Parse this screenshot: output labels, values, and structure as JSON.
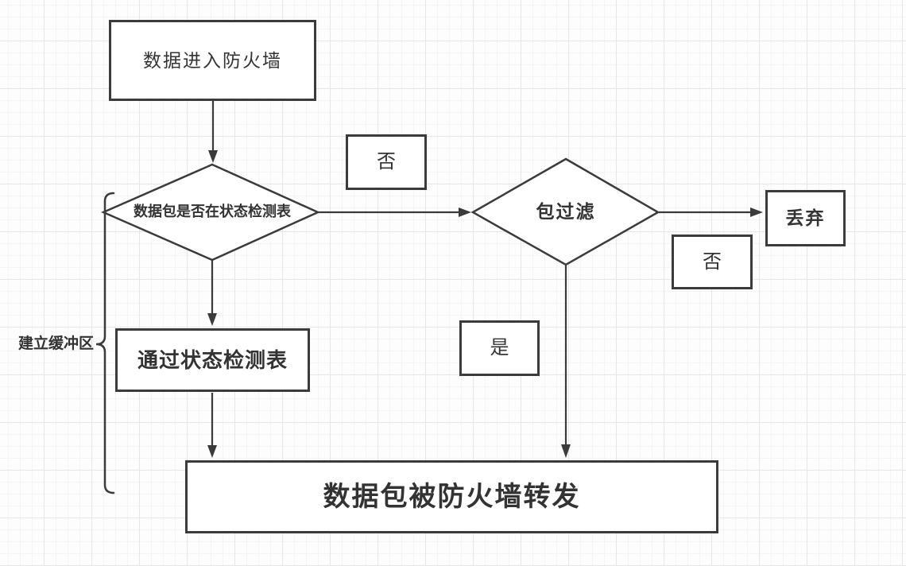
{
  "nodes": {
    "enter": {
      "label": "数据进入防火墙"
    },
    "state_check": {
      "label": "数据包是否在状态检测表"
    },
    "no_top": {
      "label": "否"
    },
    "packet_filter": {
      "label": "包过滤"
    },
    "discard": {
      "label": "丢弃"
    },
    "no_right": {
      "label": "否"
    },
    "yes": {
      "label": "是"
    },
    "pass_table": {
      "label": "通过状态检测表"
    },
    "forward": {
      "label": "数据包被防火墙转发"
    },
    "buffer_note": {
      "label": "建立缓冲区"
    }
  },
  "edges": [
    {
      "from": "enter",
      "to": "state_check"
    },
    {
      "from": "state_check",
      "to": "packet_filter",
      "annotation": "否"
    },
    {
      "from": "packet_filter",
      "to": "discard",
      "annotation": "否"
    },
    {
      "from": "state_check",
      "to": "pass_table"
    },
    {
      "from": "pass_table",
      "to": "forward"
    },
    {
      "from": "packet_filter",
      "to": "forward",
      "annotation": "是"
    }
  ],
  "colors": {
    "stroke": "#3b3b3b",
    "text": "#333333",
    "node_fill": "#ffffff",
    "background": "#fdfdfd",
    "grid_minor": "#f4f4f4",
    "grid_major": "#e6e6e6"
  }
}
